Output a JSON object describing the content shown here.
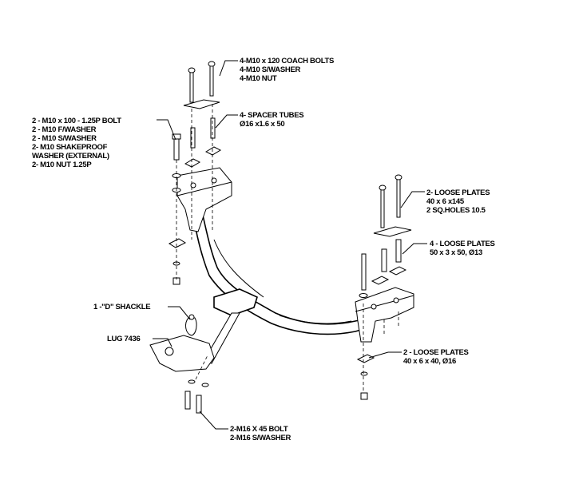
{
  "callouts": {
    "coach_bolts": [
      "4-M10 x 120 COACH BOLTS",
      "4-M10 S/WASHER",
      "4-M10 NUT"
    ],
    "spacer_tubes": [
      "4- SPACER TUBES",
      "Ø16 x1.6 x 50"
    ],
    "m10_bolt": [
      "2 - M10 x 100  - 1.25P BOLT",
      "2 - M10 F/WASHER",
      "2 - M10 S/WASHER",
      "2- M10 SHAKEPROOF",
      "WASHER (EXTERNAL)",
      "2- M10 NUT 1.25P"
    ],
    "loose_plates_1": [
      "2- LOOSE PLATES",
      "40 x 6 x145",
      "2 SQ.HOLES 10.5"
    ],
    "loose_plates_2": [
      "4 - LOOSE PLATES",
      "50 x 3 x 50, Ø13"
    ],
    "d_shackle": [
      "1 -\"D\" SHACKLE"
    ],
    "lug": [
      "LUG 7436"
    ],
    "loose_plates_3": [
      "2 - LOOSE PLATES",
      "40 x 6 x 40, Ø16"
    ],
    "m16_bolt": [
      "2-M16 X 45 BOLT",
      "2-M16 S/WASHER"
    ]
  }
}
